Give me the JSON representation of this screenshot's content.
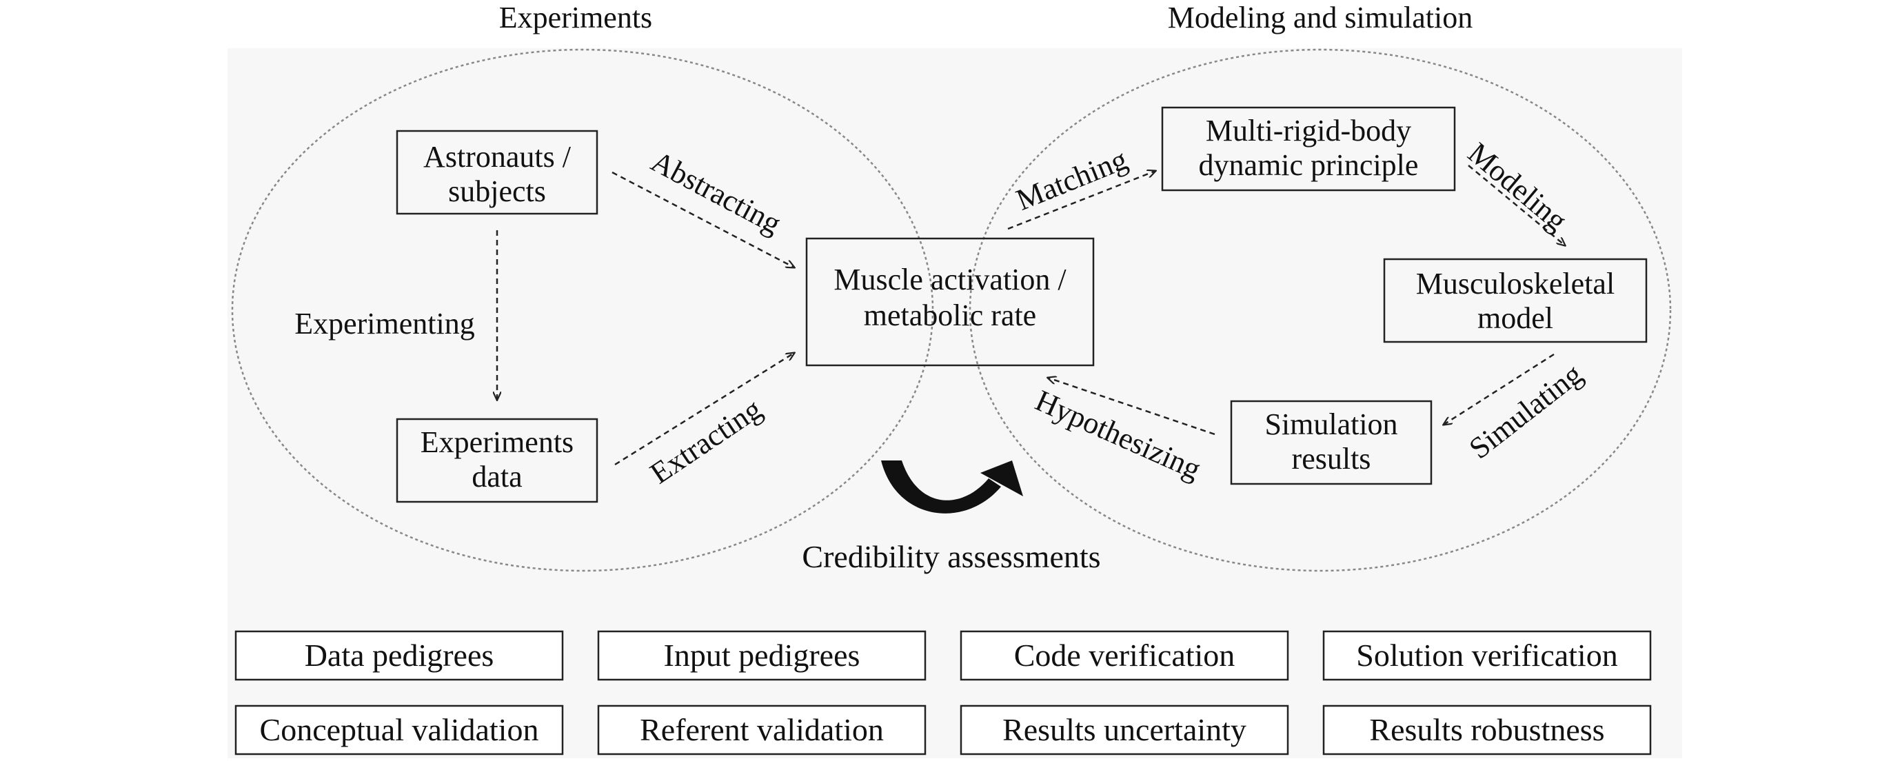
{
  "diagram": {
    "sections": {
      "experiments": "Experiments",
      "modeling": "Modeling and simulation"
    },
    "nodes": {
      "astronauts": [
        "Astronauts /",
        "subjects"
      ],
      "experiments_data": [
        "Experiments",
        "data"
      ],
      "muscle": [
        "Muscle activation /",
        "metabolic rate"
      ],
      "multi_rigid": [
        "Multi-rigid-body",
        "dynamic principle"
      ],
      "musculoskeletal": [
        "Musculoskeletal",
        "model"
      ],
      "simulation": [
        "Simulation",
        "results"
      ]
    },
    "edges": {
      "abstracting": "Abstracting",
      "experimenting": "Experimenting",
      "extracting": "Extracting",
      "matching": "Matching",
      "modeling": "Modeling",
      "simulating": "Simulating",
      "hypothesizing": "Hypothesizing"
    },
    "credibility": {
      "title": "Credibility assessments",
      "items": [
        "Data pedigrees",
        "Input pedigrees",
        "Code verification",
        "Solution verification",
        "Conceptual validation",
        "Referent validation",
        "Results uncertainty",
        "Results robustness"
      ]
    }
  }
}
